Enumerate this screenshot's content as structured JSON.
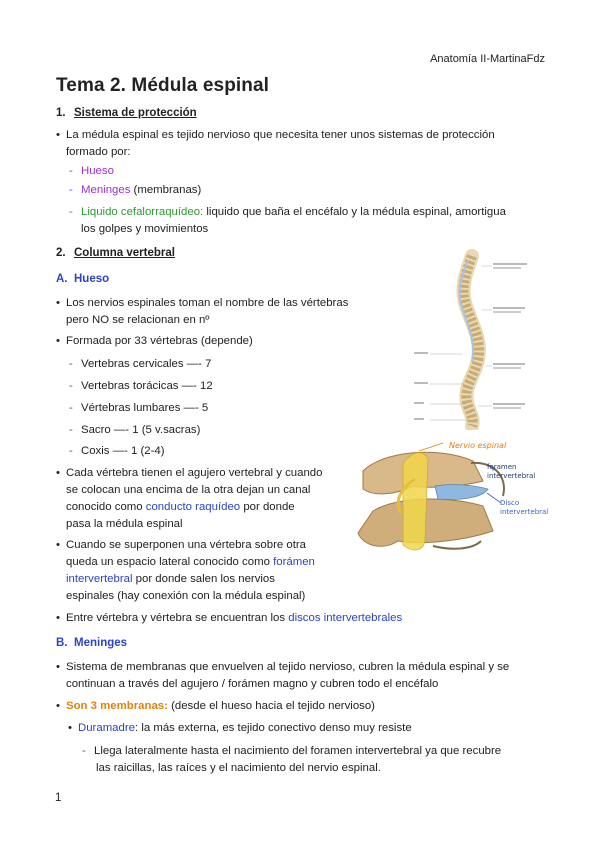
{
  "header": {
    "author": "Anatomía II-MartinaFdz"
  },
  "title": "Tema 2. Médula espinal",
  "section1": {
    "num": "1.",
    "label": "Sistema de protección",
    "bullet_text_1": "La médula espinal es tejido nervioso que necesita tener unos sistemas de protección",
    "bullet_text_2": "formado por:",
    "items": [
      {
        "text": "Hueso"
      },
      {
        "text": "Meninges",
        "suffix": " (membranas)"
      },
      {
        "text": "Liquido cefalorraquídeo:",
        "suffix": " liquido que baña el encéfalo y la médula espinal, amortigua",
        "cont": "los golpes y movimientos"
      }
    ]
  },
  "section2": {
    "num": "2.",
    "label": "Columna vertebral",
    "subA": {
      "num": "A.",
      "label": "Hueso",
      "b1_l1": "Los nervios espinales toman el nombre de las vértebras",
      "b1_l2": "pero NO se relacionan en nº",
      "b2": "Formada por 33 vértebras (depende)",
      "list": [
        "Vertebras cervicales —- 7",
        "Vertebras torácicas —- 12",
        "Vértebras lumbares  —- 5",
        "Sacro —- 1 (5 v.sacras)",
        "Coxis —- 1 (2-4)"
      ],
      "b3_l1": "Cada vértebra tienen el agujero vertebral y cuando",
      "b3_l2": "se colocan una encima de la otra dejan un canal",
      "b3_l3_a": "conocido como ",
      "b3_l3_b": "conducto raquídeo",
      "b3_l3_c": " por donde",
      "b3_l4": "pasa la médula espinal",
      "b4_l1": "Cuando se superponen una vértebra sobre otra",
      "b4_l2_a": "queda un espacio lateral conocido como ",
      "b4_l2_b": "forámen",
      "b4_l3_a": "intervertebral",
      "b4_l3_b": " por donde salen los nervios",
      "b4_l4": "espinales (hay conexión con la médula espinal)",
      "b5_a": "Entre vértebra y vértebra se encuentran los ",
      "b5_b": "discos intervertebrales"
    },
    "subB": {
      "num": "B.",
      "label": "Meninges",
      "b1_l1": "Sistema de membranas que envuelven al tejido nervioso, cubren la médula espinal y se",
      "b1_l2": "continuan a través del agujero / forámen magno y cubren todo el encéfalo",
      "b2_a": "Son 3 membranas:",
      "b2_b": " (desde el hueso hacia el tejido nervioso)",
      "b3_a": "Duramadre",
      "b3_b": ": la más externa, es tejido conectivo denso muy resiste",
      "b4_l1": "Llega lateralmente hasta el nacimiento del foramen intervertebral ya que recubre",
      "b4_l2": "las raicillas, las raíces y el nacimiento del nervio espinal."
    }
  },
  "figure_vertebra": {
    "label_nervio": "Nervio espinal",
    "label_foramen_1": "foramen",
    "label_foramen_2": "intervertebral",
    "label_disco_1": "Disco",
    "label_disco_2": "intervertebral"
  },
  "page_number": "1",
  "colors": {
    "purple": "#9b2fd6",
    "green": "#2e9a2e",
    "blue": "#2b43c8",
    "orange": "#e0820f"
  }
}
